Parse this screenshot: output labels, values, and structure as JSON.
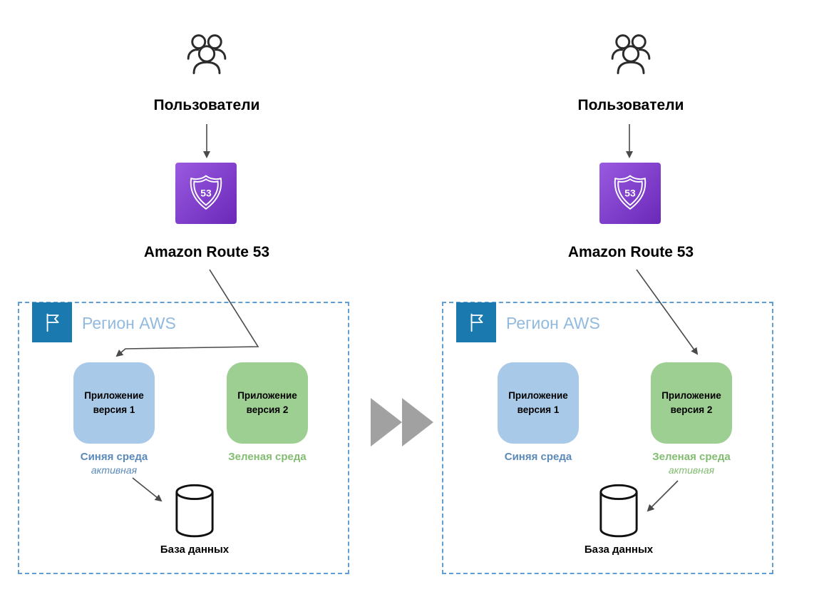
{
  "route53_icon_text": "53",
  "panels": [
    {
      "id": "before-switch",
      "users_label": "Пользователи",
      "route53_label": "Amazon Route 53",
      "region_label": "Регион AWS",
      "apps": [
        {
          "line1": "Приложение",
          "line2": "версия 1"
        },
        {
          "line1": "Приложение",
          "line2": "версия 2"
        }
      ],
      "blue_env_label": "Синяя среда",
      "blue_env_status": "активная",
      "green_env_label": "Зеленая среда",
      "green_env_status": "",
      "db_label": "База данных"
    },
    {
      "id": "after-switch",
      "users_label": "Пользователи",
      "route53_label": "Amazon Route 53",
      "region_label": "Регион AWS",
      "apps": [
        {
          "line1": "Приложение",
          "line2": "версия 1"
        },
        {
          "line1": "Приложение",
          "line2": "версия 2"
        }
      ],
      "blue_env_label": "Синяя среда",
      "blue_env_status": "",
      "green_env_label": "Зеленая среда",
      "green_env_status": "активная",
      "db_label": "База данных"
    }
  ],
  "icons": {
    "users": "users-group-icon",
    "route53": "route53-shield-icon",
    "region": "flag-icon",
    "database": "database-cylinder-icon",
    "transition": "fast-forward-icon"
  },
  "colors": {
    "blue_app": "#a8c9e8",
    "green_app": "#9ecf92",
    "blue_env_text": "#5b8ab8",
    "green_env_text": "#82bd72",
    "region_label_text": "#92bade",
    "region_border": "#5f9fd6",
    "route53_purple_start": "#9a5ae0",
    "route53_purple_end": "#6a28b8",
    "flag_blue": "#1a7ab0",
    "transition_gray": "#a1a1a1",
    "arrow": "#4a4a4a"
  }
}
